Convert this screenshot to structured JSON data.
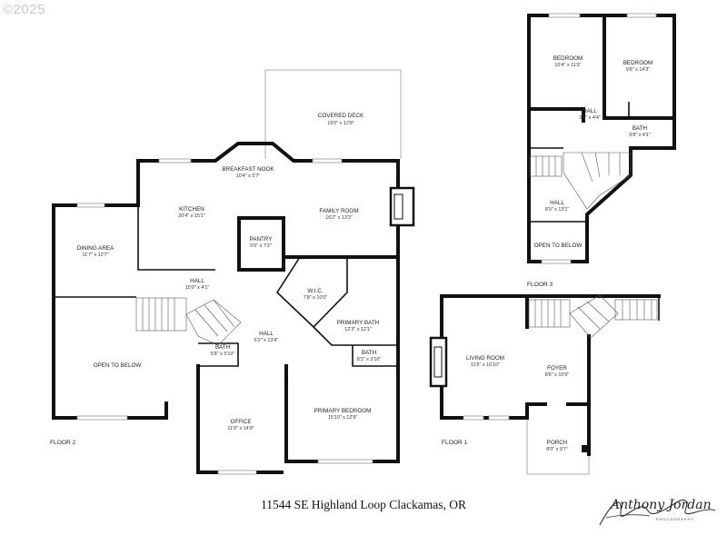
{
  "copyright": "©2025",
  "address": "11544 SE Highland Loop Clackamas, OR",
  "signature": {
    "name": "Anthony Jordan",
    "subtitle": "PHOTOGRAPHY"
  },
  "floors": {
    "floor2": {
      "label": "FLOOR 2"
    },
    "floor3": {
      "label": "FLOOR 3"
    },
    "floor1": {
      "label": "FLOOR 1"
    }
  },
  "rooms": {
    "covered_deck": {
      "name": "COVERED DECK",
      "dim": "19'0\" x 12'8\""
    },
    "breakfast_nook": {
      "name": "BREAKFAST NOOK",
      "dim": "10'4\" x 5'7\""
    },
    "kitchen": {
      "name": "KITCHEN",
      "dim": "20'4\" x 15'1\""
    },
    "family_room": {
      "name": "FAMILY ROOM",
      "dim": "16'2\" x 13'3\""
    },
    "pantry": {
      "name": "PANTRY",
      "dim": "5'6\" x 7'2\""
    },
    "dining_area": {
      "name": "DINING AREA",
      "dim": "11'7\" x 12'7\""
    },
    "hall_f2_upper": {
      "name": "HALL",
      "dim": "15'0\" x 4'1\""
    },
    "wic": {
      "name": "W.I.C.",
      "dim": "7'8\" x 10'0\""
    },
    "primary_bath": {
      "name": "PRIMARY BATH",
      "dim": "12'3\" x 12'1\""
    },
    "bath_f2_small": {
      "name": "BATH",
      "dim": "5'8\" x 5'10\""
    },
    "hall_f2_lower": {
      "name": "HALL",
      "dim": "6'2\" x 13'4\""
    },
    "bath_f2_primary": {
      "name": "BATH",
      "dim": "8'3\" x 3'10\""
    },
    "open_below_f2": {
      "name": "OPEN TO BELOW",
      "dim": ""
    },
    "office": {
      "name": "OFFICE",
      "dim": "11'9\" x 14'9\""
    },
    "primary_bedroom": {
      "name": "PRIMARY BEDROOM",
      "dim": "15'10\" x 12'9\""
    },
    "bedroom_1": {
      "name": "BEDROOM",
      "dim": "10'4\" x 11'0\""
    },
    "bedroom_2": {
      "name": "BEDROOM",
      "dim": "9'8\" x 14'3\""
    },
    "hall_f3_small": {
      "name": "HALL",
      "dim": "3'6\" x 4'4\""
    },
    "bath_f3": {
      "name": "BATH",
      "dim": "9'8\" x 4'1\""
    },
    "hall_f3": {
      "name": "HALL",
      "dim": "8'0\" x 13'1\""
    },
    "open_below_f3": {
      "name": "OPEN TO BELOW",
      "dim": ""
    },
    "living_room": {
      "name": "LIVING ROOM",
      "dim": "11'6\" x 16'10\""
    },
    "foyer": {
      "name": "FOYER",
      "dim": "8'6\" x 10'9\""
    },
    "porch": {
      "name": "PORCH",
      "dim": "8'0\" x 9'7\""
    }
  },
  "colors": {
    "wall": "#111111",
    "outline": "#9a9a9a",
    "background": "#ffffff"
  }
}
